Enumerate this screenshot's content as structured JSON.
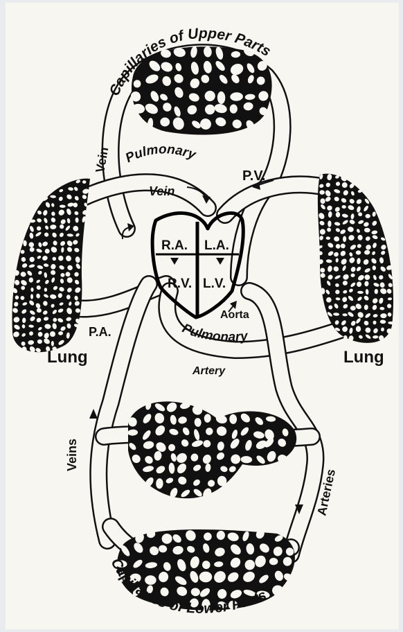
{
  "colors": {
    "paper": "#f7f6f1",
    "frame": "#e9ebef",
    "ink": "#111111"
  },
  "labels": {
    "capillaries_upper": "Capillaries of Upper Parts",
    "capillaries_lower": "Capillaries of Lower Parts",
    "vein": "Vein",
    "pulmonary_top": "Pulmonary",
    "vein_pulmonary": "Vein",
    "pv": "P.V.",
    "ra": "R.A.",
    "la": "L.A.",
    "rv": "R.V.",
    "lv": "L.V.",
    "aorta": "Aorta",
    "pa": "P.A.",
    "pulmonary_artery_1": "Pulmonary",
    "pulmonary_artery_2": "Artery",
    "lung_left": "Lung",
    "lung_right": "Lung",
    "veins": "Veins",
    "arteries": "Arteries"
  }
}
